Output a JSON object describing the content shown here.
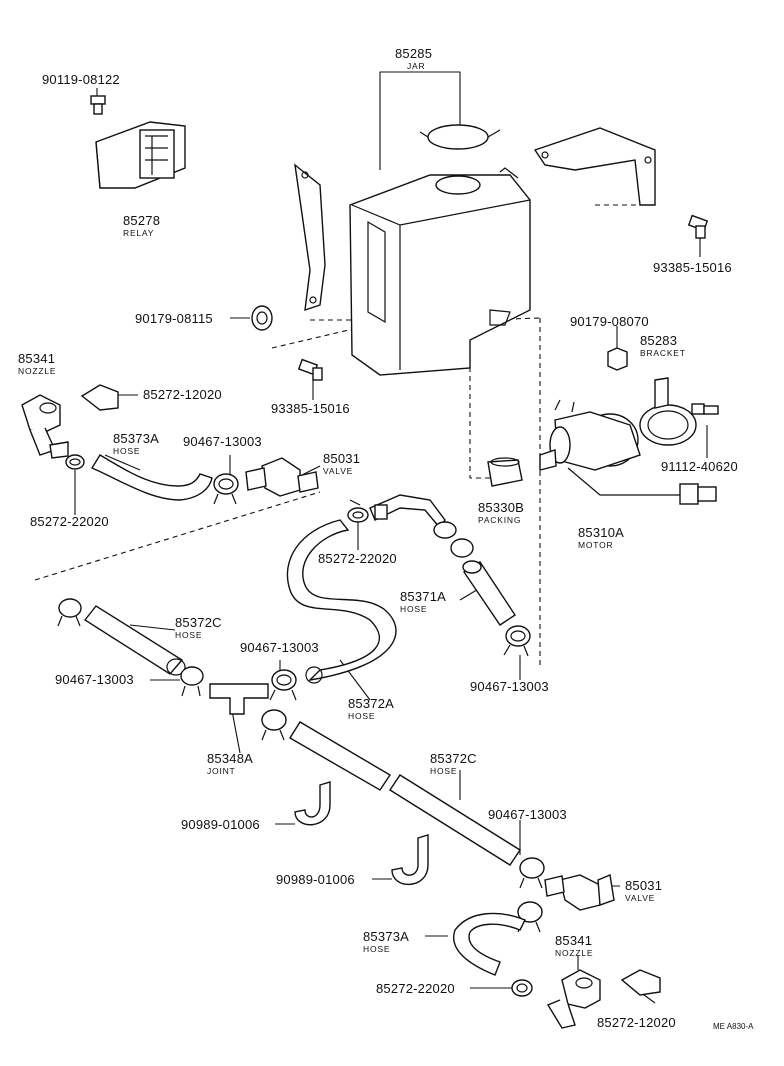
{
  "labels": {
    "jar_num": "85285",
    "jar_name": "JAR",
    "bolt_top": "90119-08122",
    "relay_num": "85278",
    "relay_name": "RELAY",
    "bolt_right": "93385-15016",
    "grommet": "90179-08115",
    "nozzle_l_num": "85341",
    "nozzle_l_name": "NOZZLE",
    "clip_l": "85272-12020",
    "bolt_mid": "93385-15016",
    "nut": "90179-08070",
    "bracket_num": "85283",
    "bracket_name": "BRACKET",
    "hose_a_num": "85373A",
    "hose_a_name": "HOSE",
    "clamp_a": "90467-13003",
    "valve_l_num": "85031",
    "valve_l_name": "VALVE",
    "bolt_motor": "91112-40620",
    "clip_ring_l": "85272-22020",
    "packing_num": "85330B",
    "packing_name": "PACKING",
    "motor_num": "85310A",
    "motor_name": "MOTOR",
    "clip_ring_mid": "85272-22020",
    "hose_371_num": "85371A",
    "hose_371_name": "HOSE",
    "hose_372c_num": "85372C",
    "hose_372c_name": "HOSE",
    "clamp_b": "90467-13003",
    "clamp_c": "90467-13003",
    "clamp_d": "90467-13003",
    "hose_372a_num": "85372A",
    "hose_372a_name": "HOSE",
    "joint_num": "85348A",
    "joint_name": "JOINT",
    "hose_372c2_num": "85372C",
    "hose_372c2_name": "HOSE",
    "clamp_e": "90467-13003",
    "clip_90989_a": "90989-01006",
    "clip_90989_b": "90989-01006",
    "valve_r_num": "85031",
    "valve_r_name": "VALVE",
    "hose_b_num": "85373A",
    "hose_b_name": "HOSE",
    "nozzle_r_num": "85341",
    "nozzle_r_name": "NOZZLE",
    "clip_ring_r": "85272-22020",
    "clip_r": "85272-12020",
    "ref": "ME A830-A"
  }
}
